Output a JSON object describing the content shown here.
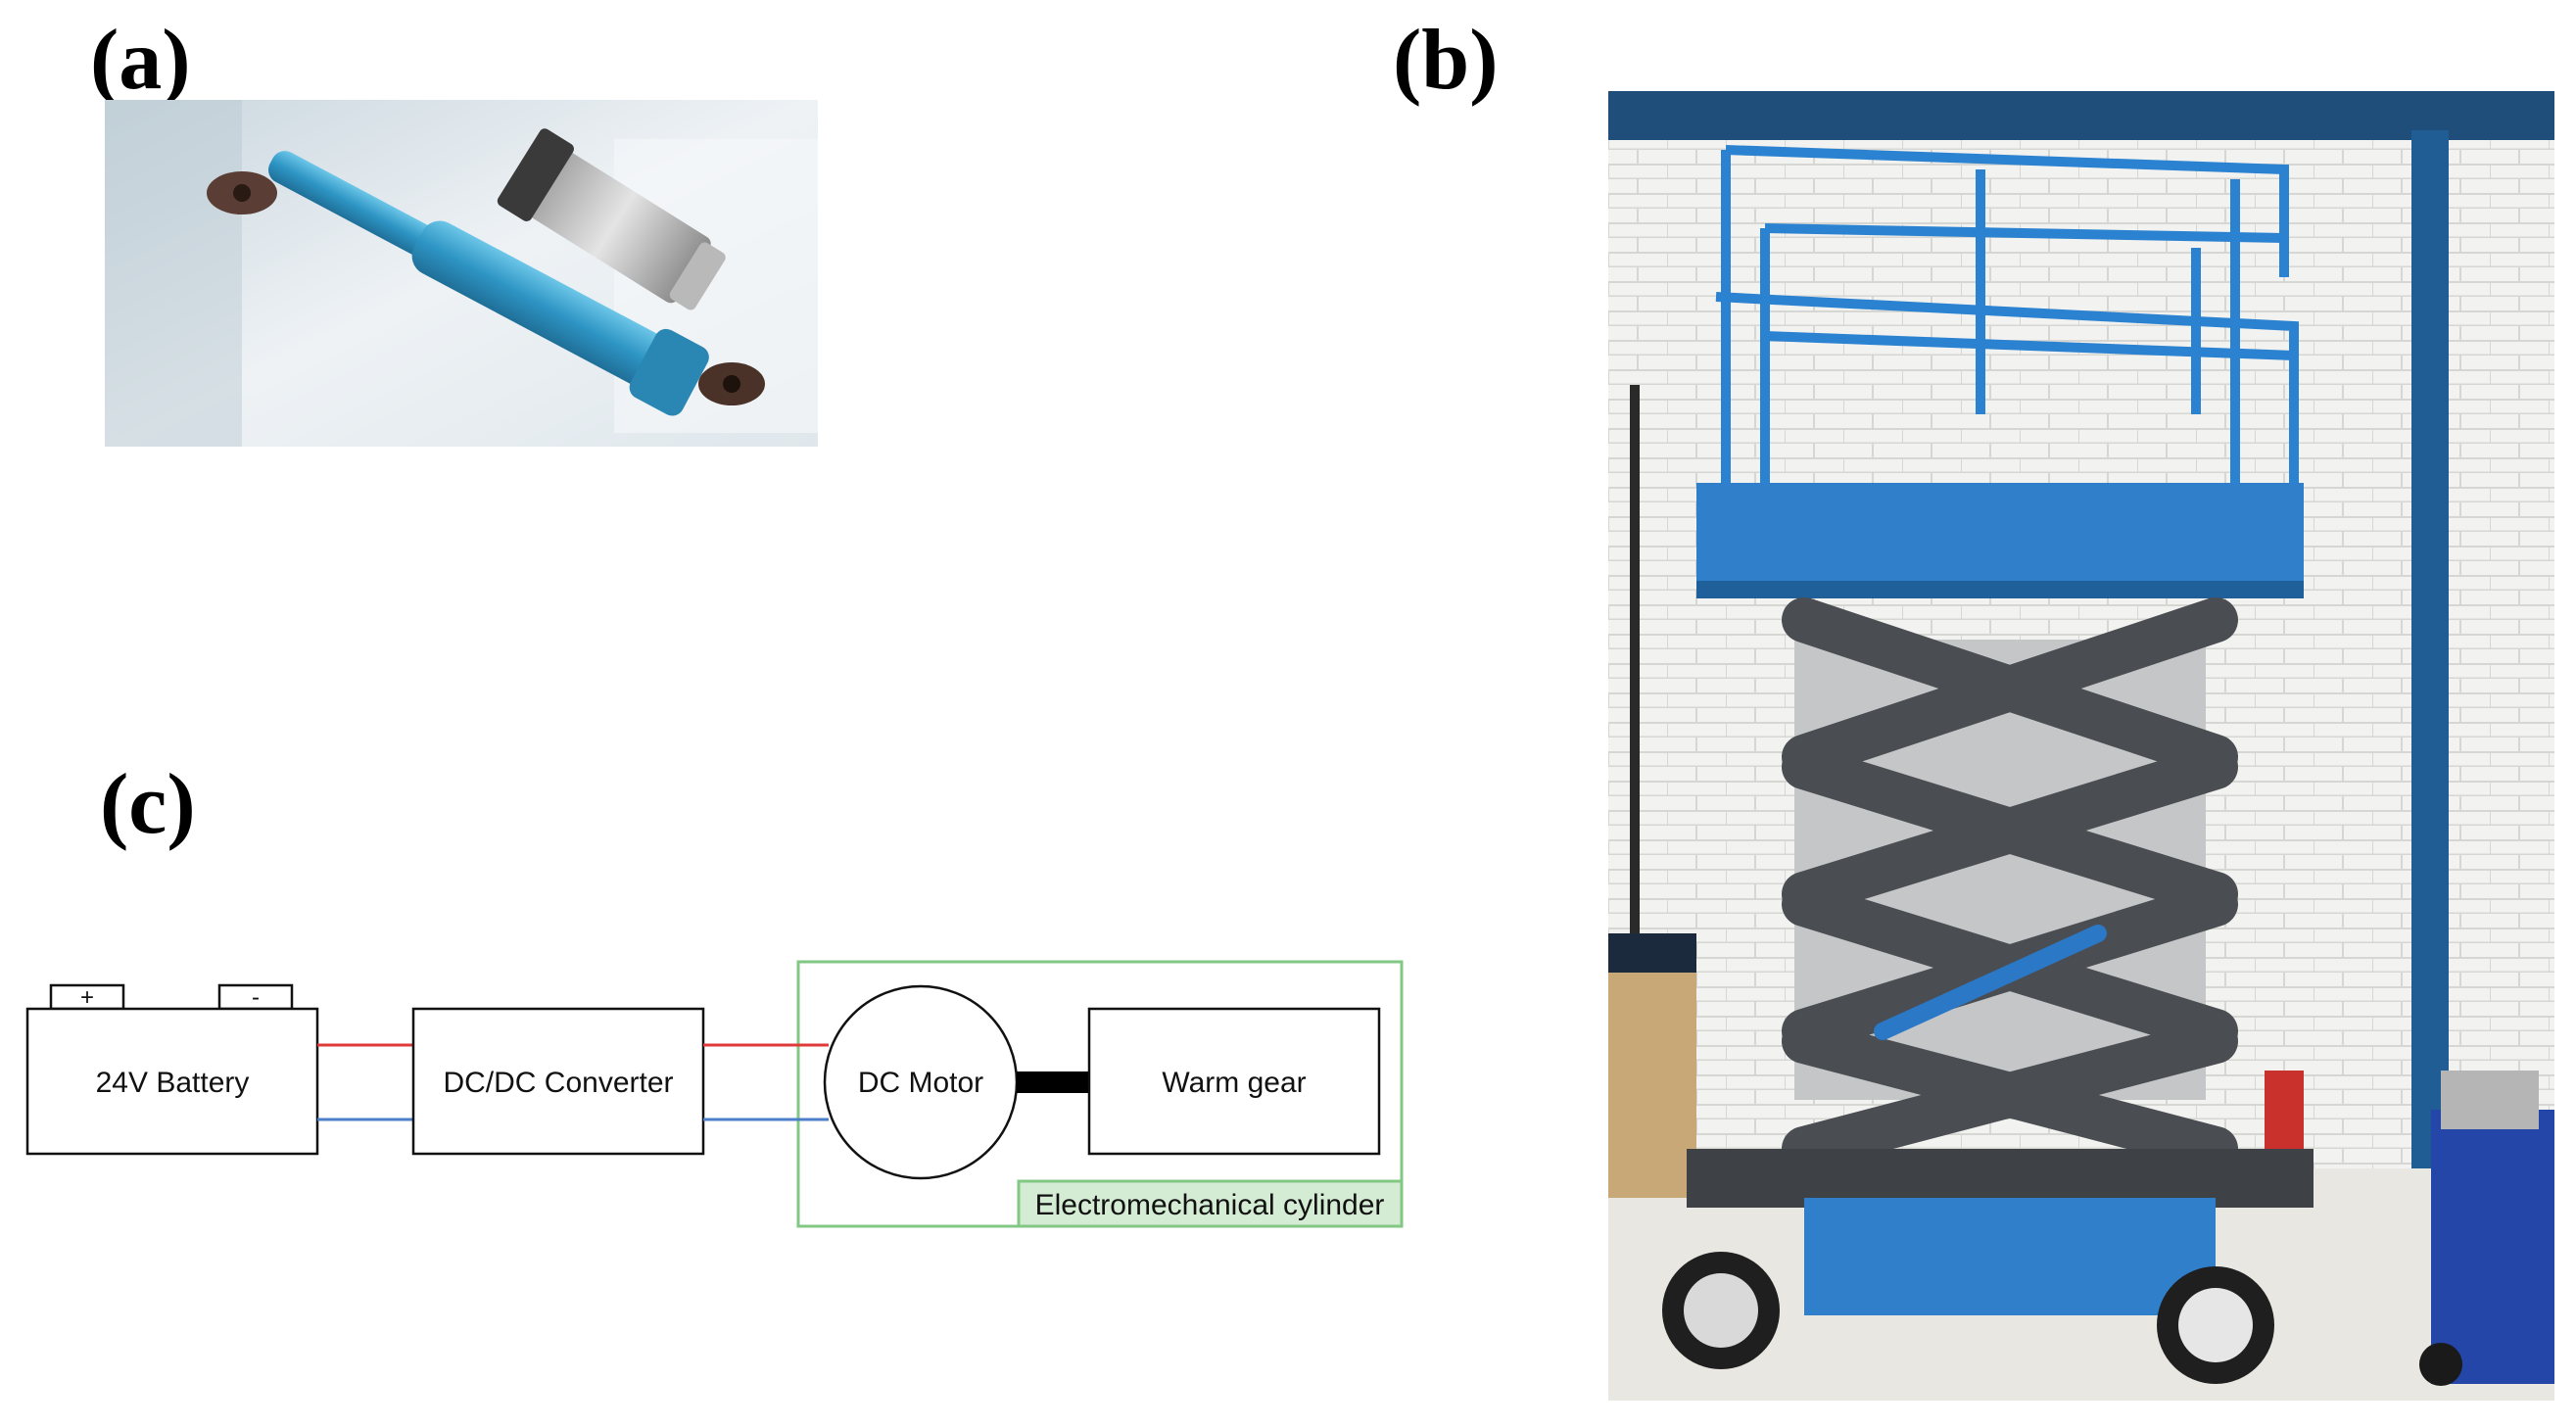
{
  "panels": {
    "a_label": "(a)",
    "b_label": "(b)",
    "c_label": "(c)"
  },
  "diagram": {
    "battery_label": "24V Battery",
    "battery_plus": "+",
    "battery_minus": "-",
    "converter_label": "DC/DC Converter",
    "motor_label": "DC Motor",
    "gear_label": "Warm gear",
    "group_label": "Electromechanical cylinder"
  },
  "colors": {
    "positive_wire": "#e0393a",
    "negative_wire": "#4b7fc8",
    "group_border": "#82c784",
    "group_label_bg": "#d5ecd4",
    "lift_blue": "#2d7fc6",
    "scissor_gray": "#4a4d52",
    "actuator_blue": "#35a3cf"
  }
}
